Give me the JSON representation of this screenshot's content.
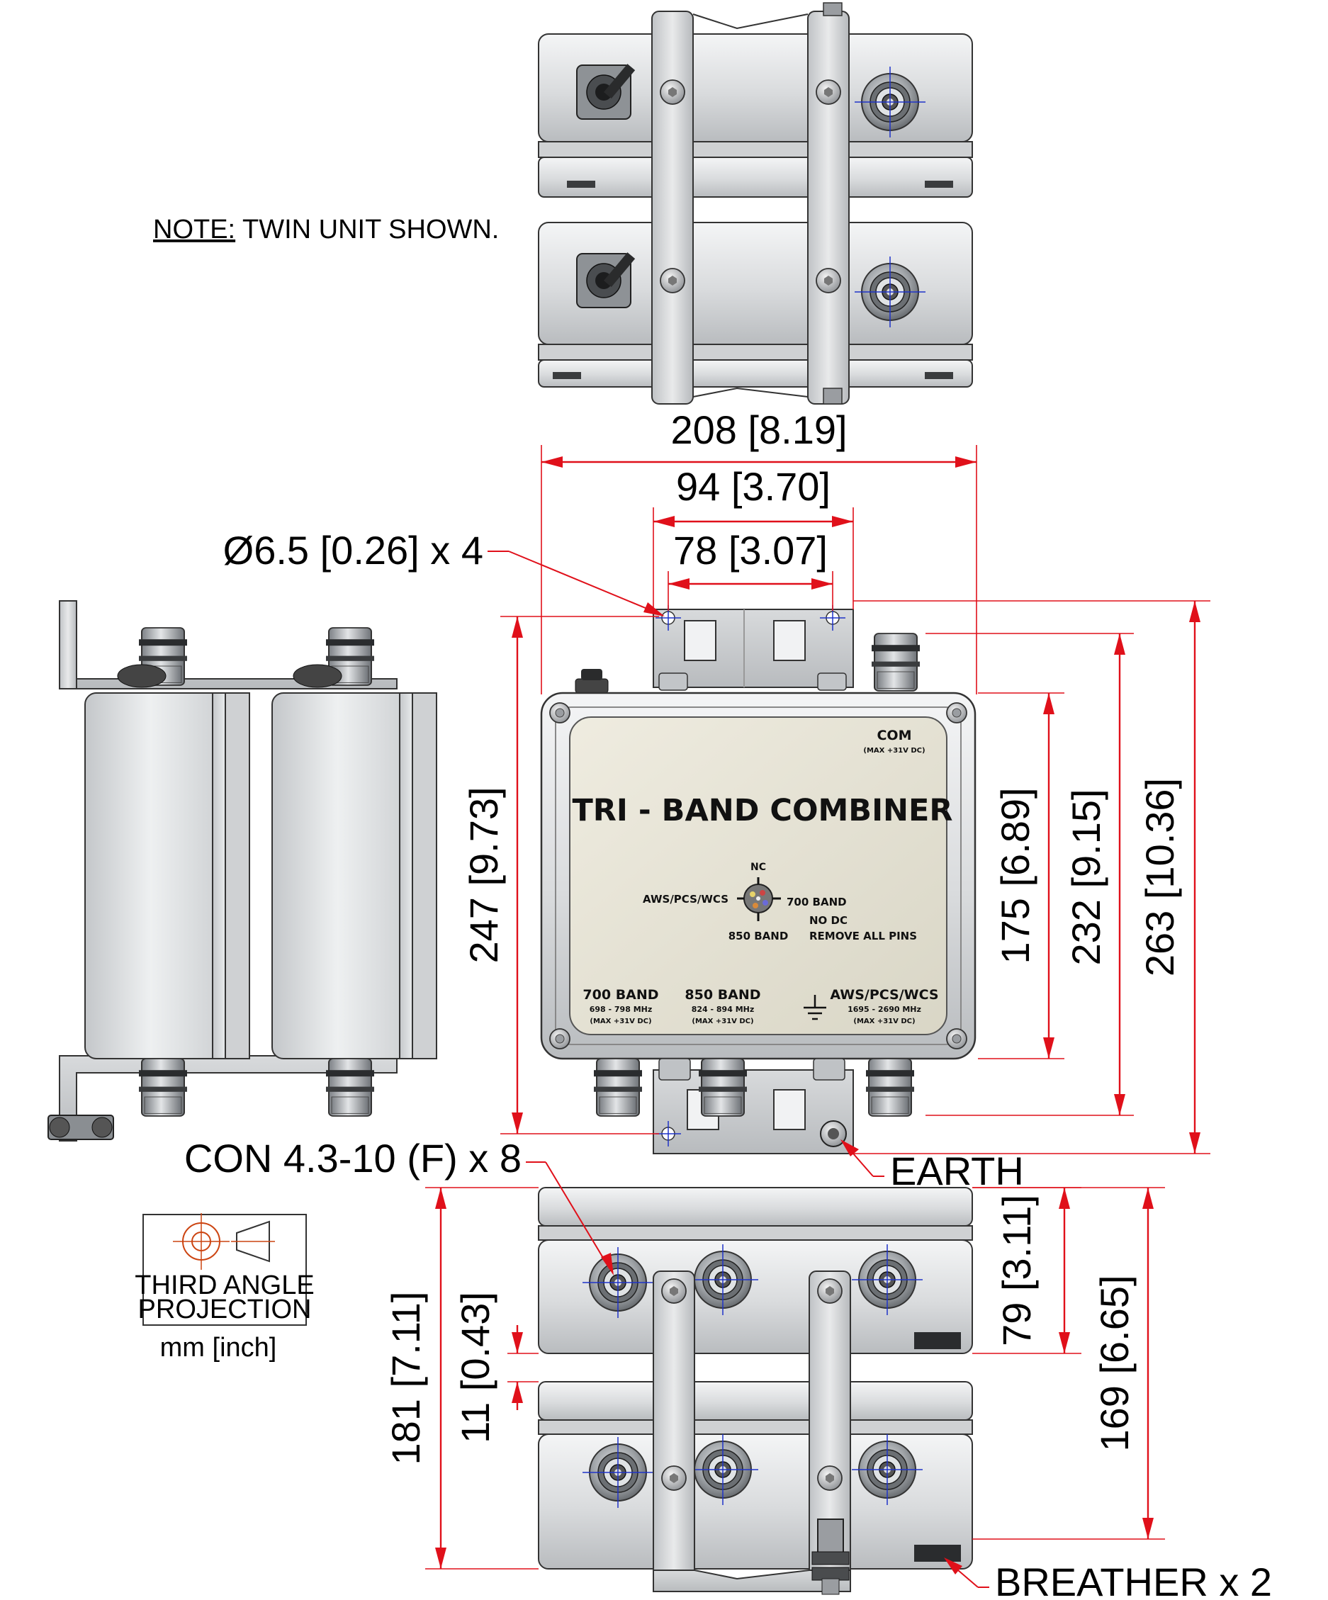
{
  "note": {
    "underlined": "NOTE:",
    "text": " TWIN UNIT SHOWN."
  },
  "plate": {
    "title": "TRI - BAND COMBINER",
    "com": "COM",
    "com_sub": "(MAX +31V DC)",
    "pin_nc": "NC",
    "pin_aws": "AWS/PCS/WCS",
    "pin_700": "700 BAND",
    "pin_850": "850 BAND",
    "no_dc": "NO DC",
    "remove_pins": "REMOVE ALL PINS",
    "bands": [
      {
        "name": "700 BAND",
        "freq": "698 - 798 MHz",
        "max": "(MAX +31V DC)"
      },
      {
        "name": "850 BAND",
        "freq": "824 - 894 MHz",
        "max": "(MAX +31V DC)"
      },
      {
        "name": "AWS/PCS/WCS",
        "freq": "1695 - 2690 MHz",
        "max": "(MAX +31V DC)"
      }
    ]
  },
  "dimensions": {
    "width_total": "208 [8.19]",
    "width_mid": "94 [3.70]",
    "width_holes": "78 [3.07]",
    "hole": "Ø6.5 [0.26] x 4",
    "h_247": "247 [9.73]",
    "h_175": "175 [6.89]",
    "h_232": "232 [9.15]",
    "h_263": "263 [10.36]",
    "h_181": "181 [7.11]",
    "h_11": "11 [0.43]",
    "h_79": "79 [3.11]",
    "h_169": "169 [6.65]"
  },
  "callouts": {
    "connector": "CON 4.3-10 (F) x 8",
    "earth": "EARTH",
    "breather": "BREATHER x 2"
  },
  "projection": {
    "line1": "THIRD ANGLE",
    "line2": "PROJECTION",
    "units": "mm [inch]"
  },
  "colors": {
    "dimension": "#e0101a",
    "centerline": "#1f33c8",
    "plate": "#e6e3d4",
    "housing": "#dadcde"
  }
}
